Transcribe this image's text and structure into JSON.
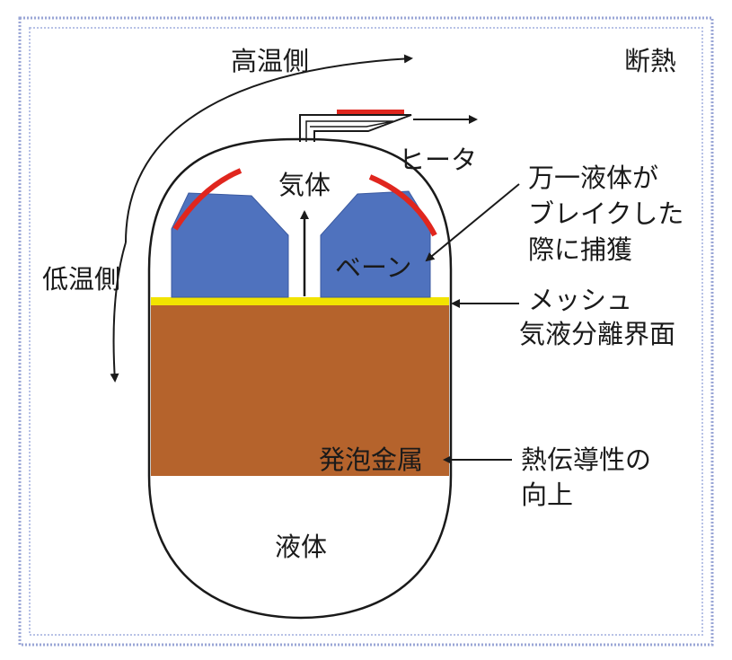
{
  "labels": {
    "high_temp_side": "高温側",
    "insulation": "断熱",
    "heater": "ヒータ",
    "gas": "気体",
    "low_temp_side": "低温側",
    "vane": "ベーン",
    "capture_line1": "万一液体が",
    "capture_line2": "ブレイクした",
    "capture_line3": "際に捕獲",
    "mesh_line1": "メッシュ",
    "mesh_line2": "気液分離界面",
    "foam_metal": "発泡金属",
    "thermal_line1": "熱伝導性の",
    "thermal_line2": "向上",
    "liquid": "液体"
  },
  "colors": {
    "frame_border": "#9aa6d6",
    "vane_blue": "#4f72be",
    "heater_red": "#e0261e",
    "mesh_yellow": "#f2e400",
    "foam_brown": "#b5632c",
    "line": "#1a1a1a"
  }
}
